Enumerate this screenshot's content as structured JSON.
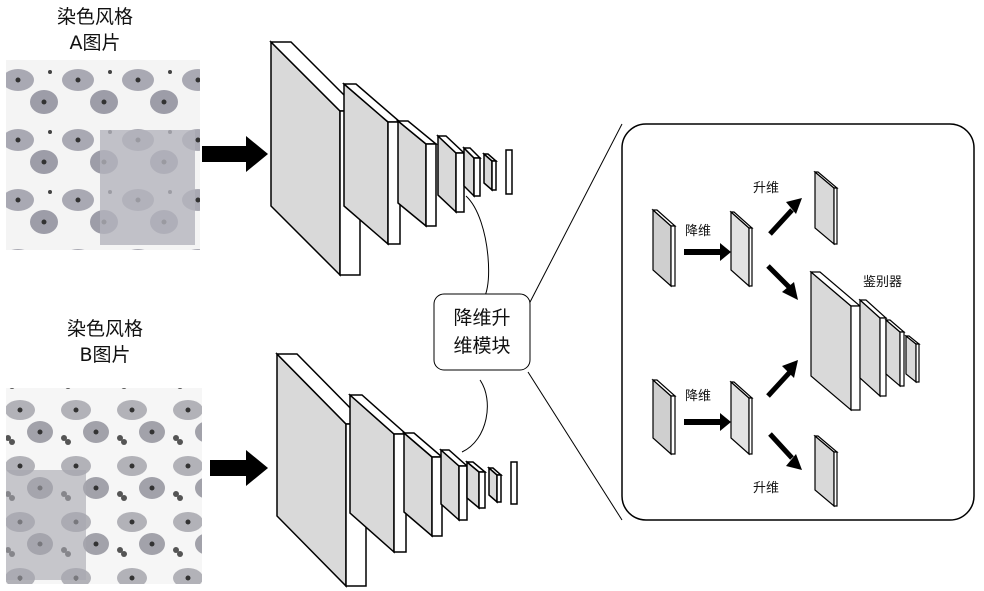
{
  "input_a": {
    "line1": "染色风格",
    "line2": "A图片"
  },
  "input_b": {
    "line1": "染色风格",
    "line2": "B图片"
  },
  "callout": {
    "line1": "降维升",
    "line2": "维模块"
  },
  "detail": {
    "downsample_top": "降维",
    "downsample_bottom": "降维",
    "upsample_top": "升维",
    "upsample_bottom": "升维",
    "discriminator": "鉴别器"
  },
  "colors": {
    "face": "#d9d9d9",
    "side": "#ffffff",
    "stroke": "#000000",
    "stain": "#8f8f98"
  }
}
